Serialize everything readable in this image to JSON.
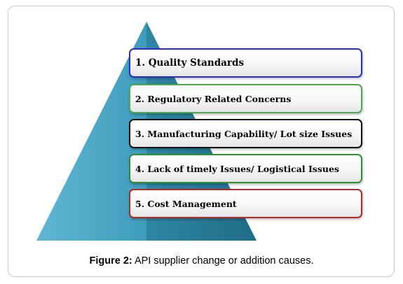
{
  "diagram": {
    "items": [
      {
        "label": "1. Quality Standards",
        "border_color": "#2b2bd6"
      },
      {
        "label": "2. Regulatory Related Concerns",
        "border_color": "#4caa55"
      },
      {
        "label": "3. Manufacturing Capability/ Lot size Issues",
        "border_color": "#111111"
      },
      {
        "label": "4. Lack of timely Issues/ Logistical Issues",
        "border_color": "#2f8f3a"
      },
      {
        "label": "5. Cost Management",
        "border_color": "#b52a2a"
      }
    ],
    "pyramid_color": "#3a97b6"
  },
  "caption": {
    "prefix": "Figure 2:",
    "text": " API supplier change or addition causes."
  }
}
